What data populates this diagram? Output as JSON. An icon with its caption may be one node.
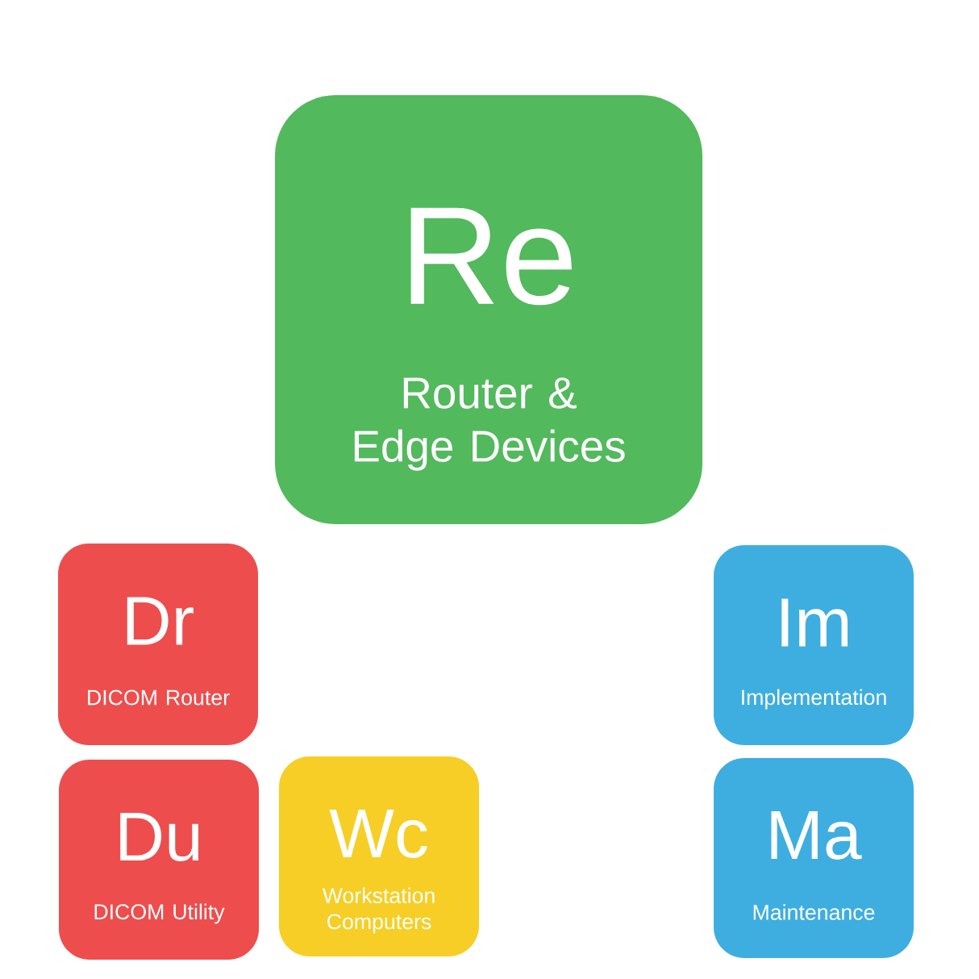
{
  "diagram": {
    "nodes": [
      {
        "text": [
          "Re",
          "Router & Edge Devices"
        ]
      },
      {
        "text": [
          "Dr",
          "DICOM Router"
        ]
      },
      {
        "text": [
          "Im",
          "Implementation"
        ]
      },
      {
        "text": [
          "Du",
          "DICOM Utility"
        ]
      },
      {
        "text": [
          "Wc",
          "Workstation Computers"
        ]
      },
      {
        "text": [
          "Ma",
          "Maintenance"
        ]
      }
    ]
  }
}
